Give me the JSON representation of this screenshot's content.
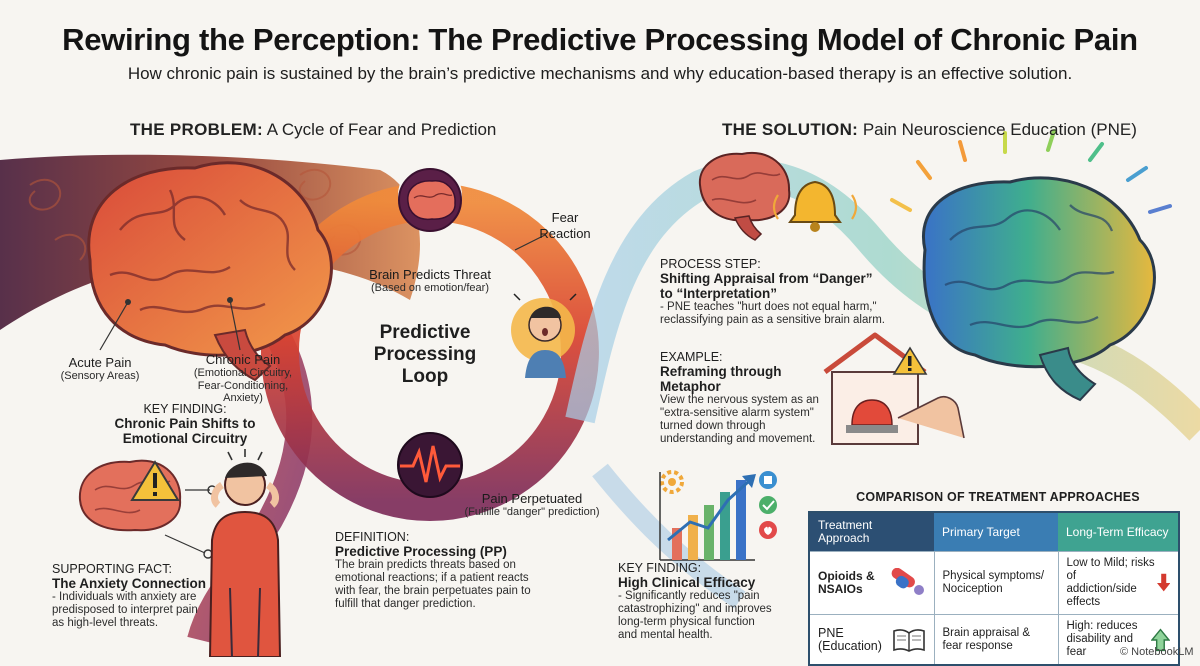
{
  "header": {
    "title": "Rewiring the Perception: The Predictive Processing Model of Chronic Pain",
    "subtitle": "How chronic pain is sustained by the brain’s predictive mechanisms and why education-based therapy is an effective solution."
  },
  "problem": {
    "head_bold": "THE PROBLEM:",
    "head_rest": " A Cycle of Fear and Prediction",
    "acute_label": "Acute Pain",
    "acute_sub": "(Sensory Areas)",
    "chronic_label": "Chronic Pain",
    "chronic_sub_1": "(Emotional Circuitry,",
    "chronic_sub_2": "Fear-Conditioning,",
    "chronic_sub_3": "Anxiety)",
    "key_finding_1": "KEY FINDING:",
    "key_finding_2": "Chronic Pain Shifts to",
    "key_finding_3": "Emotional Circuitry",
    "supporting_1": "SUPPORTING FACT:",
    "supporting_2": "The Anxiety Connection",
    "supporting_3": "- Individuals with anxiety are",
    "supporting_4": "predisposed to interpret pain",
    "supporting_5": "as high-level threats."
  },
  "loop": {
    "center_1": "Predictive",
    "center_2": "Processing",
    "center_3": "Loop",
    "predicts_1": "Brain Predicts Threat",
    "predicts_2": "(Based on emotion/fear)",
    "fear_1": "Fear",
    "fear_2": "Reaction",
    "perpetuated_1": "Pain Perpetuated",
    "perpetuated_2": "(Fulfille \"danger\" prediction)",
    "def_1": "DEFINITION:",
    "def_2": "Predictive Processing (PP)",
    "def_3": "The brain predicts threats based on",
    "def_4": "emotional reactions; if a patient reacts",
    "def_5": "with fear, the brain perpetuates pain to",
    "def_6": "fulfill that danger prediction."
  },
  "solution": {
    "head_bold": "THE SOLUTION:",
    "head_rest": " Pain Neuroscience Education (PNE)",
    "step_1": "PROCESS STEP:",
    "step_2": "Shifting Appraisal from “Danger”",
    "step_3": "to “Interpretation”",
    "step_4": "- PNE teaches \"hurt does not equal harm,\"",
    "step_5": "reclassifying pain as a sensitive brain alarm.",
    "ex_1": "EXAMPLE:",
    "ex_2": "Reframing through",
    "ex_3": "Metaphor",
    "ex_4": "View the nervous system as an",
    "ex_5": "\"extra-sensitive alarm system\"",
    "ex_6": "turned down through",
    "ex_7": "understanding and movement.",
    "kf_1": "KEY FINDING:",
    "kf_2": "High Clinical Efficacy",
    "kf_3": "- Significantly reduces \"pain",
    "kf_4": "catastrophizing\" and improves",
    "kf_5": "long-term physical function",
    "kf_6": "and mental health."
  },
  "comparison": {
    "title": "COMPARISON OF TREATMENT APPROACHES",
    "headers": [
      "Treatment Approach",
      "Primary Target",
      "Long-Term Efficacy"
    ],
    "rows": [
      {
        "approach_1": "Opioids &",
        "approach_2": "NSAIOs",
        "target_1": "Physical symptoms/",
        "target_2": "Nociception",
        "efficacy_1": "Low to Mild; risks of",
        "efficacy_2": "addiction/side effects"
      },
      {
        "approach_1": "PNE",
        "approach_2": "(Education)",
        "target_1": "Brain appraisal &",
        "target_2": "fear response",
        "efficacy_1": "High: reduces",
        "efficacy_2": "disability and fear"
      }
    ]
  },
  "watermark": "© NotebookLM",
  "colors": {
    "table_header_1": "#2c4f73",
    "table_header_2": "#3a7db3",
    "table_header_3": "#3fa391",
    "down_arrow": "#d43a2f",
    "up_arrow": "#4caf6a"
  }
}
